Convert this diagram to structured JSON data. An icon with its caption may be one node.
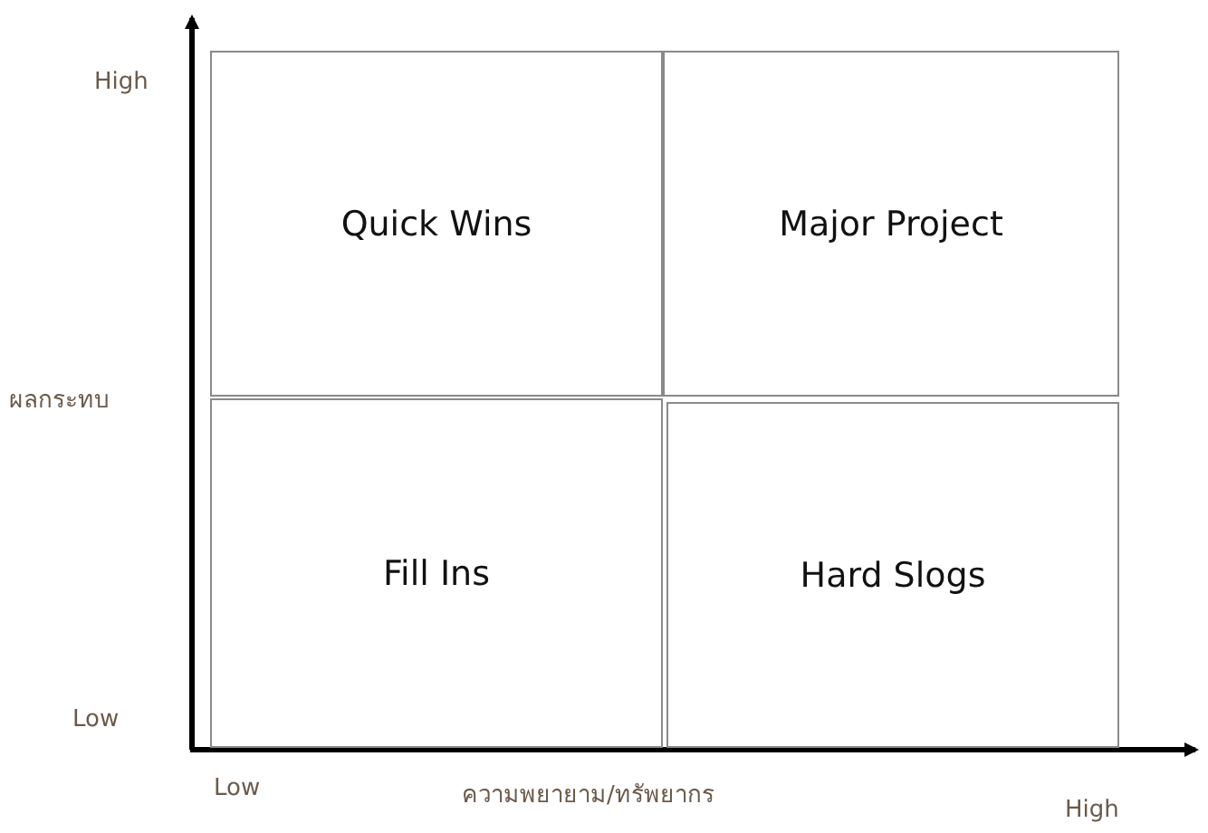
{
  "diagram": {
    "nodes": [
      {
        "text": [
          "Quick Wins"
        ]
      },
      {
        "text": [
          "Major Project"
        ]
      },
      {
        "text": [
          "Fill Ins"
        ]
      },
      {
        "text": [
          "Hard Slogs"
        ]
      }
    ],
    "labels": [
      "High",
      "ผลกระทบ",
      "Low",
      "Low",
      "ความพยายาม/ทรัพยากร",
      "High"
    ]
  }
}
